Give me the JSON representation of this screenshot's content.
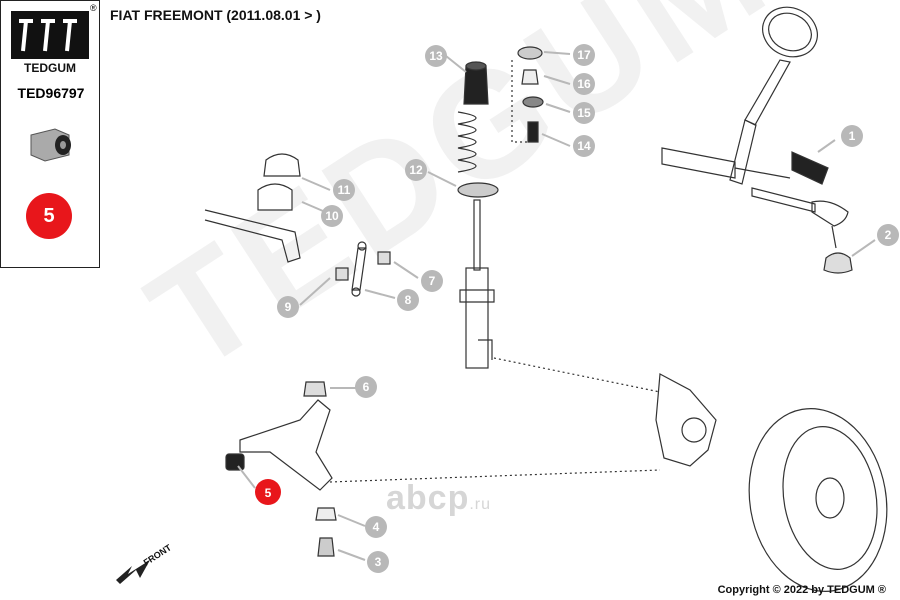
{
  "brand": {
    "name": "TEDGUM",
    "registered": "®"
  },
  "part_number": "TED96797",
  "highlight_position": "5",
  "title": "FIAT FREEMONT (2011.08.01 > )",
  "copyright": "Copyright © 2022 by TEDGUM ®",
  "watermark": "TEDGUM",
  "site_mark": {
    "name": "abcp",
    "tld": ".ru"
  },
  "front_label": "FRONT",
  "callouts": [
    "1",
    "2",
    "3",
    "4",
    "5",
    "6",
    "7",
    "8",
    "9",
    "10",
    "11",
    "12",
    "13",
    "14",
    "15",
    "16",
    "17"
  ],
  "colors": {
    "callout_gray": "#b8b8b8",
    "highlight_red": "#e8161b",
    "line": "#333333"
  }
}
